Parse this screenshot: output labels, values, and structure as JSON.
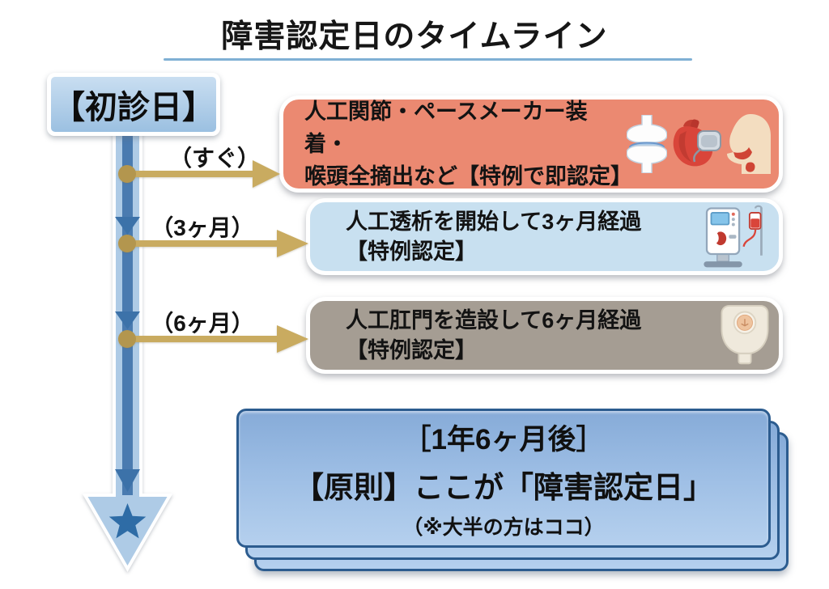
{
  "title": {
    "text": "障害認定日のタイムライン",
    "underline_color": "#7fb0d4"
  },
  "timeline": {
    "start_label": "【初診日】",
    "axis": {
      "band_color": "#aecbe6",
      "shaft_color": "#4a7bb0",
      "chevron_color": "#3c72a9",
      "star_color": "#2e6ca6",
      "end_marker_icon": "star-icon"
    },
    "branch_arrow_color": "#c9ab60",
    "branch_dot_color": "#b3964e",
    "branches": [
      {
        "delay_label": "（すぐ）",
        "lines": [
          "人工関節・ペースメーカー装着・",
          "喉頭全摘出など【特例で即認定】"
        ],
        "box_color": "#eb8971",
        "icons": [
          "artificial-joint-icon",
          "pacemaker-heart-icon",
          "larynx-removal-icon"
        ]
      },
      {
        "delay_label": "（3ヶ月）",
        "lines": [
          "人工透析を開始して3ヶ月経過",
          "【特例認定】"
        ],
        "box_color": "#c8e0f0",
        "icons": [
          "dialysis-machine-icon"
        ]
      },
      {
        "delay_label": "（6ヶ月）",
        "lines": [
          "人工肛門を造設して6ヶ月経過",
          "【特例認定】"
        ],
        "box_color": "#a59d93",
        "icons": [
          "ostomy-bag-icon"
        ]
      }
    ],
    "result": {
      "lines": [
        "［1年6ヶ月後］",
        "【原則】ここが「障害認定日」",
        "（※大半の方はココ）"
      ],
      "card_top_color": "#86abd8",
      "card_bottom_color": "#b5d0ee",
      "card_border_color": "#2c5c8f"
    }
  }
}
